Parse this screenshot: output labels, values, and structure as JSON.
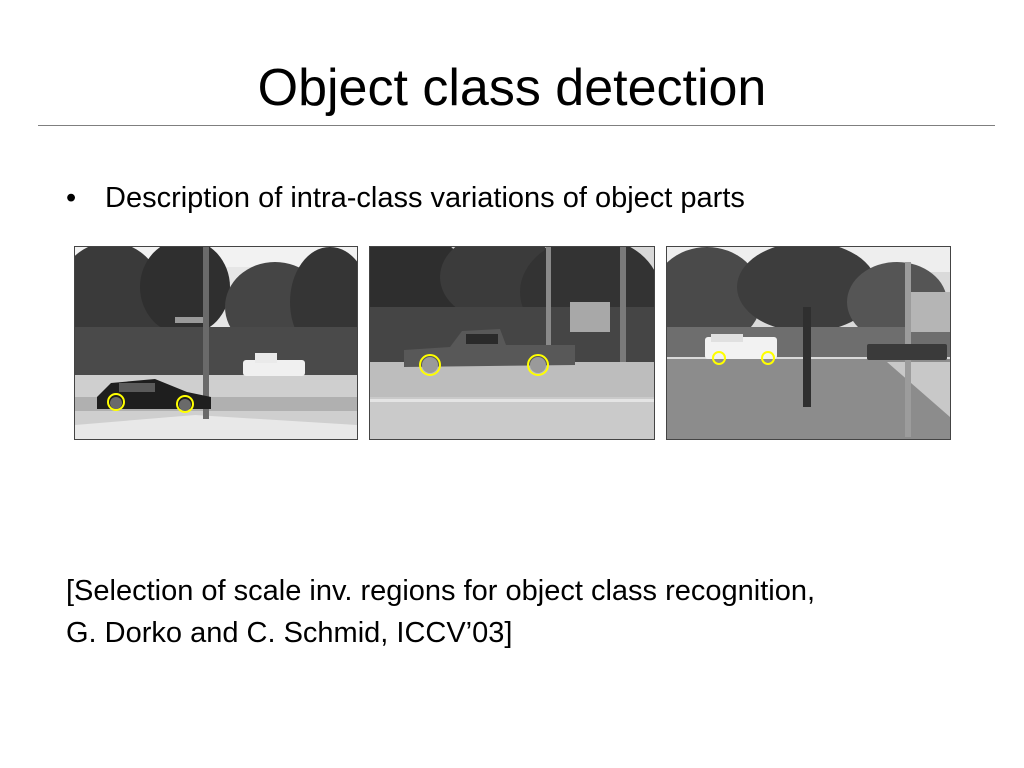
{
  "slide": {
    "title": "Object class detection",
    "bullets": [
      "Description of intra-class variations of object parts"
    ],
    "bullet_symbol": "•",
    "images": [
      {
        "name": "car-photo-1",
        "subject": "dark hatchback car on street with wheels circled"
      },
      {
        "name": "car-photo-2",
        "subject": "pickup truck on street with wheels circled"
      },
      {
        "name": "car-photo-3",
        "subject": "white suv in distance with wheels circled"
      }
    ],
    "highlight_color": "#ffff00",
    "citation": {
      "line1": "[Selection of scale inv. regions for object class recognition,",
      "line2": "G. Dorko and C. Schmid, ICCV’03]"
    }
  }
}
